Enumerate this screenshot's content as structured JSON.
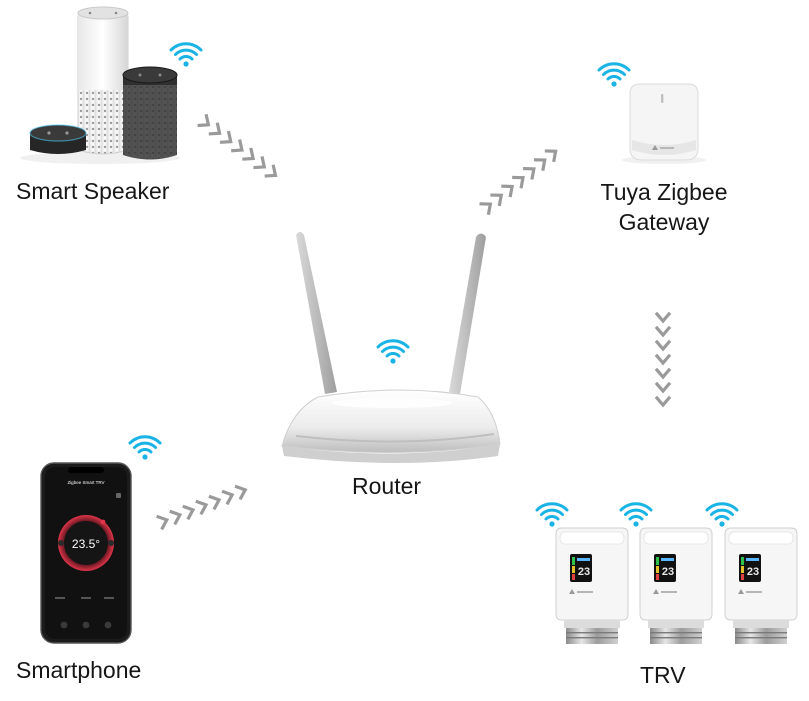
{
  "nodes": {
    "speaker": {
      "label": "Smart Speaker"
    },
    "gateway": {
      "label_line1": "Tuya Zigbee",
      "label_line2": "Gateway"
    },
    "router": {
      "label": "Router"
    },
    "phone": {
      "label": "Smartphone",
      "screen_title": "Zigbee Smart TRV",
      "temperature": "23.5°"
    },
    "trv": {
      "label": "TRV",
      "display_value": "23"
    }
  },
  "colors": {
    "wifi": "#1ab3e6",
    "arrow": "#9a9a9a",
    "device_white": "#f4f4f4",
    "speaker_dark": "#2b2b2b",
    "phone_body": "#1b1b1b",
    "phone_ring": "#e0354a"
  },
  "icons": [
    "wifi-icon",
    "chevron-arrow-icon"
  ]
}
